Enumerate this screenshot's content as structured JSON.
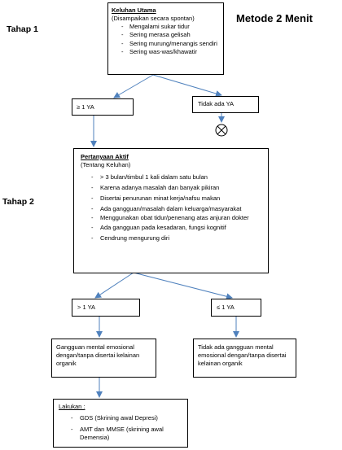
{
  "page_title": "Metode 2 Menit",
  "stage1": "Tahap 1",
  "stage2": "Tahap 2",
  "keluhan": {
    "title": "Keluhan Utama",
    "subtitle": "(Disampaikan secara spontan)",
    "items": [
      "Mengalami sukar tidur",
      "Sering merasa gelisah",
      "Sering murung/menangis sendiri",
      "Sering was-was/khawatir"
    ]
  },
  "branch_yes": "≥ 1 YA",
  "branch_no": "Tidak ada YA",
  "pertanyaan": {
    "title": "Pertanyaan Aktif",
    "subtitle": "(Tentang Keluhan)",
    "items": [
      "> 3 bulan/timbul 1 kali dalam satu bulan",
      "Karena adanya masalah dan banyak pikiran",
      "Disertai penurunan minat kerja/nafsu makan",
      "Ada gangguan/masalah dalam keluarga/masyarakat",
      "Menggunakan obat tidur/penenang atas anjuran dokter",
      "Ada gangguan pada kesadaran, fungsi kognitif",
      "Cendrung mengurung diri"
    ]
  },
  "branch2_yes": "> 1 YA",
  "branch2_no": "≤ 1 YA",
  "result_yes": "Gangguan mental emosional dengan/tanpa disertai kelainan organik",
  "result_no": "Tidak ada gangguan mental emosional dengan/tanpa disertai kelainan organik",
  "lakukan": {
    "title": "Lakukan :",
    "items": [
      "GDS (Skrining awal Depresi)",
      "AMT dan MMSE (skrining awal Demensia)"
    ]
  }
}
